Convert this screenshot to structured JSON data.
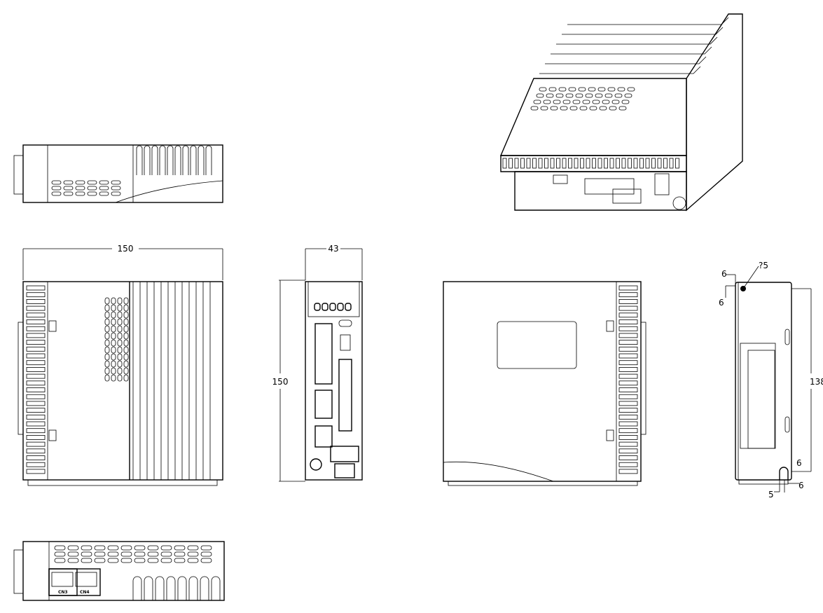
{
  "drawing": {
    "front_view": {
      "width_label": "150"
    },
    "narrow_view": {
      "width_label": "43",
      "height_label": "150"
    },
    "rear_view": {
      "height_label": "138",
      "top_offset_x": "6",
      "top_offset_y": "6",
      "hole_label": "?5",
      "bottom_offset_y": "6",
      "bottom_width_a": "5",
      "bottom_width_b": "6"
    },
    "bottom_view": {
      "port_labels": [
        "CN3",
        "CN4"
      ]
    }
  }
}
